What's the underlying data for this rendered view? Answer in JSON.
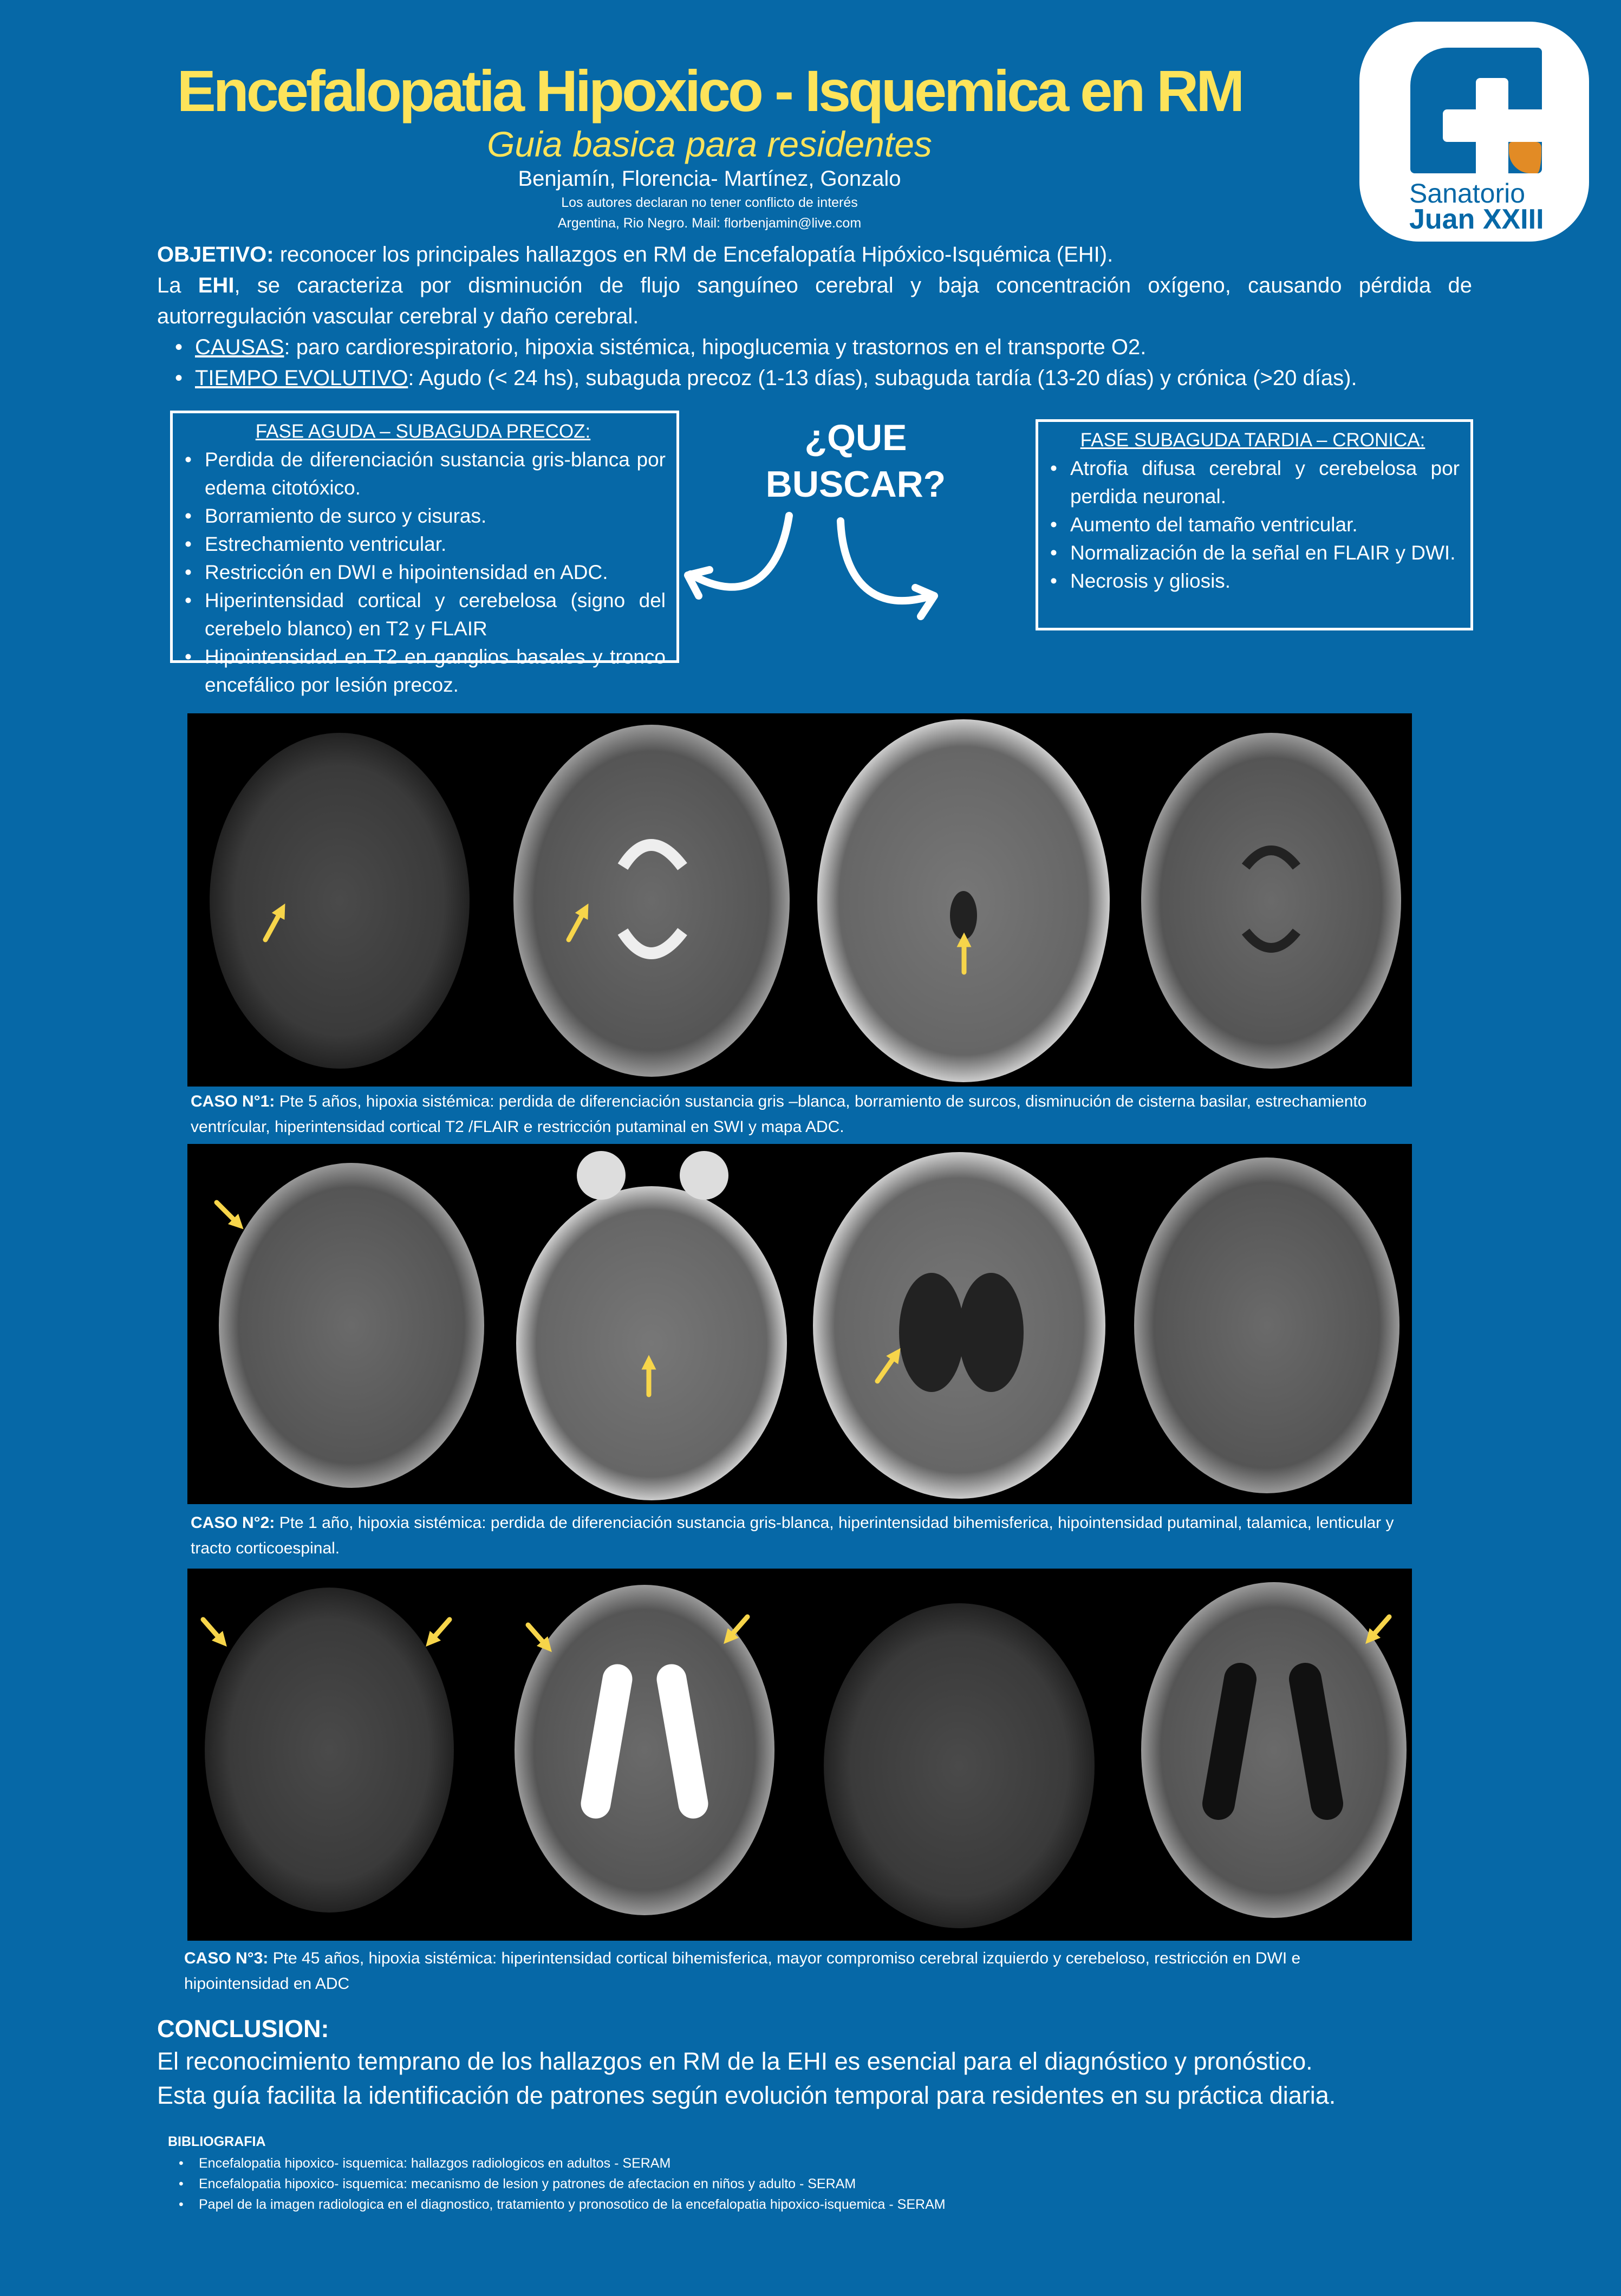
{
  "header": {
    "title": "Encefalopatia Hipoxico - Isquemica en RM",
    "subtitle": "Guia basica para residentes",
    "authors": "Benjamín, Florencia- Martínez, Gonzalo",
    "conflict": "Los autores declaran no tener conflicto de interés",
    "contact": "Argentina, Rio Negro. Mail: florbenjamin@live.com"
  },
  "logo": {
    "line1": "Sanatorio",
    "line2": "Juan XXIII"
  },
  "intro": {
    "objetivo_label": "OBJETIVO:",
    "objetivo_text": " reconocer los principales hallazgos en RM de Encefalopatía Hipóxico-Isquémica (EHI).",
    "ehi_pre": "La ",
    "ehi_bold": "EHI",
    "ehi_line1": ", se caracteriza por disminución de flujo sanguíneo cerebral y baja concentración oxígeno, causando pérdida de",
    "ehi_line2": "autorregulación vascular cerebral y daño cerebral.",
    "bullets": [
      {
        "label": "CAUSAS",
        "text": ": paro cardiorespiratorio, hipoxia sistémica, hipoglucemia y trastornos en el transporte O2."
      },
      {
        "label": "TIEMPO EVOLUTIVO",
        "text": ": Agudo (< 24 hs), subaguda precoz (1-13 días), subaguda tardía (13-20 días) y crónica (>20 días)."
      }
    ]
  },
  "center": {
    "line1": "¿QUE",
    "line2": "BUSCAR?"
  },
  "acute_box": {
    "title": "FASE AGUDA – SUBAGUDA PRECOZ:",
    "items": [
      "Perdida de diferenciación sustancia gris-blanca por edema citotóxico.",
      "Borramiento de surco y cisuras.",
      "Estrechamiento ventricular.",
      "Restricción en DWI e hipointensidad en ADC.",
      "Hiperintensidad cortical y cerebelosa (signo del cerebelo blanco) en T2 y FLAIR",
      "Hipointensidad en T2 en ganglios basales y tronco encefálico por lesión precoz."
    ]
  },
  "chronic_box": {
    "title": "FASE SUBAGUDA TARDIA – CRONICA:",
    "items": [
      "Atrofia difusa cerebral y cerebelosa por perdida neuronal.",
      "Aumento del tamaño ventricular.",
      "Normalización de la señal en FLAIR y DWI.",
      "Necrosis y gliosis."
    ]
  },
  "cases": [
    {
      "label": "CASO N°1:",
      "text": " Pte 5 años, hipoxia sistémica: perdida de diferenciación sustancia gris –blanca, borramiento de surcos, disminución de cisterna basilar, estrechamiento ventrícular, hiperintensidad cortical T2 /FLAIR e restricción putaminal en SWI y mapa ADC."
    },
    {
      "label": "CASO N°2:",
      "text": " Pte 1 año, hipoxia sistémica: perdida de diferenciación sustancia gris-blanca, hiperintensidad bihemisferica, hipointensidad putaminal, talamica, lenticular y tracto corticoespinal."
    },
    {
      "label": "CASO N°3:",
      "text": " Pte 45 años, hipoxia sistémica: hiperintensidad cortical bihemisferica, mayor compromiso cerebral izquierdo y cerebeloso, restricción en DWI e hipointensidad en ADC"
    }
  ],
  "conclusion": {
    "heading": "CONCLUSION:",
    "lines": [
      "El reconocimiento temprano de los hallazgos en RM de la EHI es esencial para el diagnóstico y pronóstico.",
      "Esta guía facilita la identificación de patrones según evolución temporal para residentes en su práctica diaria."
    ]
  },
  "bibliography": {
    "heading": "BIBLIOGRAFIA",
    "items": [
      "Encefalopatia hipoxico- isquemica: hallazgos radiologicos en adultos - SERAM",
      "Encefalopatia hipoxico- isquemica: mecanismo de lesion y patrones de afectacion en niños y adulto - SERAM",
      "Papel de la imagen radiologica en el diagnostico, tratamiento y pronosotico de la encefalopatia hipoxico-isquemica - SERAM"
    ]
  },
  "colors": {
    "background": "#0668a7",
    "title": "#fde35a",
    "arrow": "#f7d54a",
    "logo_orange": "#e28b25"
  }
}
